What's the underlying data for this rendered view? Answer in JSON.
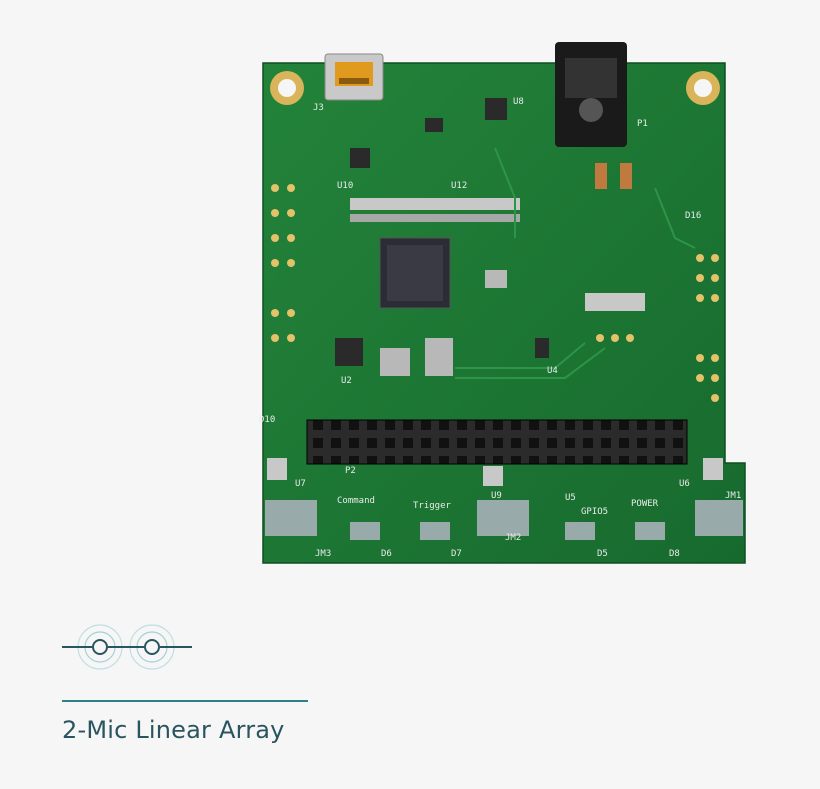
{
  "product": {
    "caption": "2-Mic Linear Array"
  },
  "board": {
    "labels": {
      "j3": "J3",
      "u8": "U8",
      "p1": "P1",
      "d16": "D16",
      "u10": "U10",
      "u12": "U12",
      "u2": "U2",
      "u4": "U4",
      "d10": "D10",
      "u7": "U7",
      "p2": "P2",
      "u9": "U9",
      "u6": "U6",
      "u5": "U5",
      "jm1": "JM1",
      "jm2": "JM2",
      "jm3": "JM3",
      "d5": "D5",
      "d6": "D6",
      "d7": "D7",
      "d8": "D8",
      "command": "Command",
      "trigger": "Trigger",
      "gpio5": "GPIO5",
      "power": "POWER"
    }
  },
  "colors": {
    "pcb": "#1f7a35",
    "pcb_dark": "#15612a",
    "accent": "#2f7f86"
  }
}
